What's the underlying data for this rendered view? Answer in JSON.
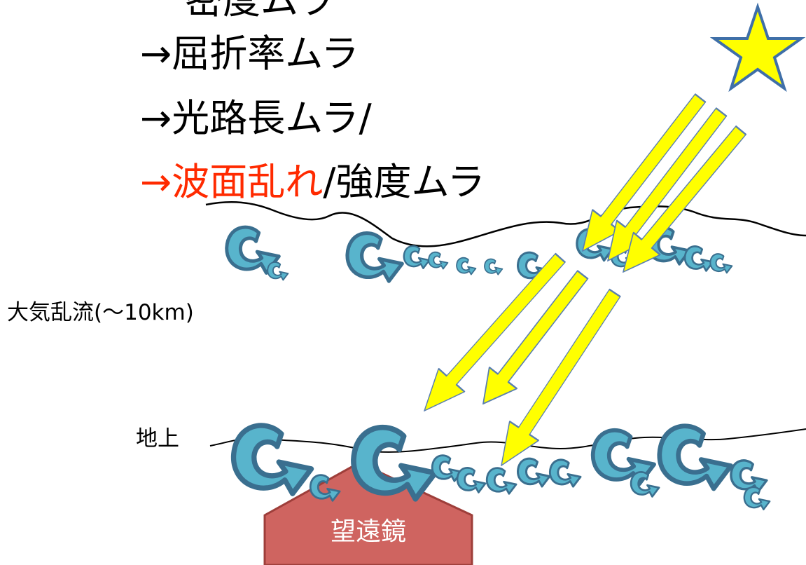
{
  "heading": {
    "line0": "密度ムラ",
    "line1": "→屈折率ムラ",
    "line2": "→光路長ムラ/",
    "line3_red": "→波面乱れ",
    "line3_rest": "/強度ムラ"
  },
  "labels": {
    "atmosphere": "大気乱流(〜10km)",
    "ground": "地上",
    "telescope": "望遠鏡"
  },
  "colors": {
    "red_text": "#ff2a00",
    "arrow_fill": "#ffff00",
    "arrow_edge": "#5a7fb0",
    "eddy_fill": "#58b4cc",
    "eddy_edge": "#3a6f8f",
    "telescope_fill": "#cf6460",
    "telescope_edge": "#9e3e3a",
    "star_fill": "#ffff00",
    "star_edge": "#3f6fa8"
  },
  "icons": [
    "star-icon",
    "light-ray-arrow",
    "turbulent-eddy-icon",
    "telescope-dome"
  ]
}
